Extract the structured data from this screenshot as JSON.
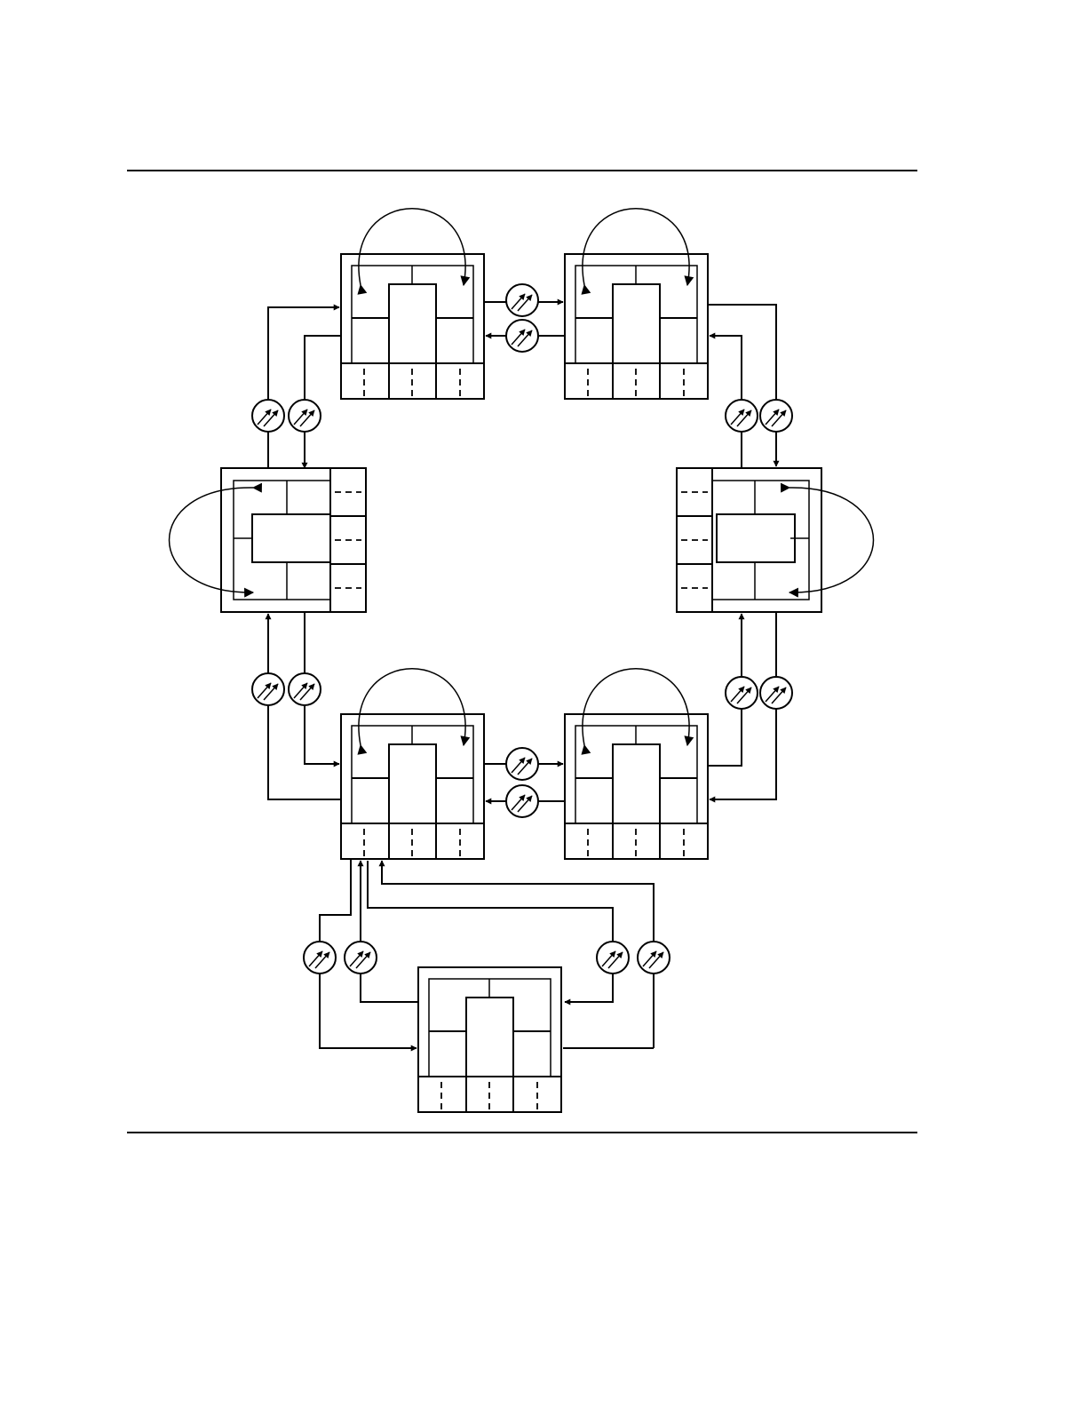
{
  "figure": {
    "caption": "",
    "line_color": "#000000",
    "background_color": "#ffffff"
  },
  "node_icon": "network-node-icon",
  "link_icon": "optical-link-icon",
  "nodes": [
    {
      "id": "node-top-left"
    },
    {
      "id": "node-top-right"
    },
    {
      "id": "node-mid-left"
    },
    {
      "id": "node-mid-right"
    },
    {
      "id": "node-bottom-left"
    },
    {
      "id": "node-bottom-right"
    },
    {
      "id": "node-bottom-center"
    }
  ],
  "links": [
    {
      "from": "node-top-left",
      "to": "node-top-right"
    },
    {
      "from": "node-top-right",
      "to": "node-top-left"
    },
    {
      "from": "node-mid-left",
      "to": "node-top-left"
    },
    {
      "from": "node-top-left",
      "to": "node-mid-left"
    },
    {
      "from": "node-top-right",
      "to": "node-mid-right"
    },
    {
      "from": "node-mid-right",
      "to": "node-top-right"
    },
    {
      "from": "node-bottom-left",
      "to": "node-mid-left"
    },
    {
      "from": "node-mid-left",
      "to": "node-bottom-left"
    },
    {
      "from": "node-mid-right",
      "to": "node-bottom-right"
    },
    {
      "from": "node-bottom-right",
      "to": "node-mid-right"
    },
    {
      "from": "node-bottom-left",
      "to": "node-bottom-right"
    },
    {
      "from": "node-bottom-right",
      "to": "node-bottom-left"
    },
    {
      "from": "node-bottom-left",
      "to": "node-bottom-center"
    },
    {
      "from": "node-bottom-center",
      "to": "node-bottom-left"
    }
  ]
}
